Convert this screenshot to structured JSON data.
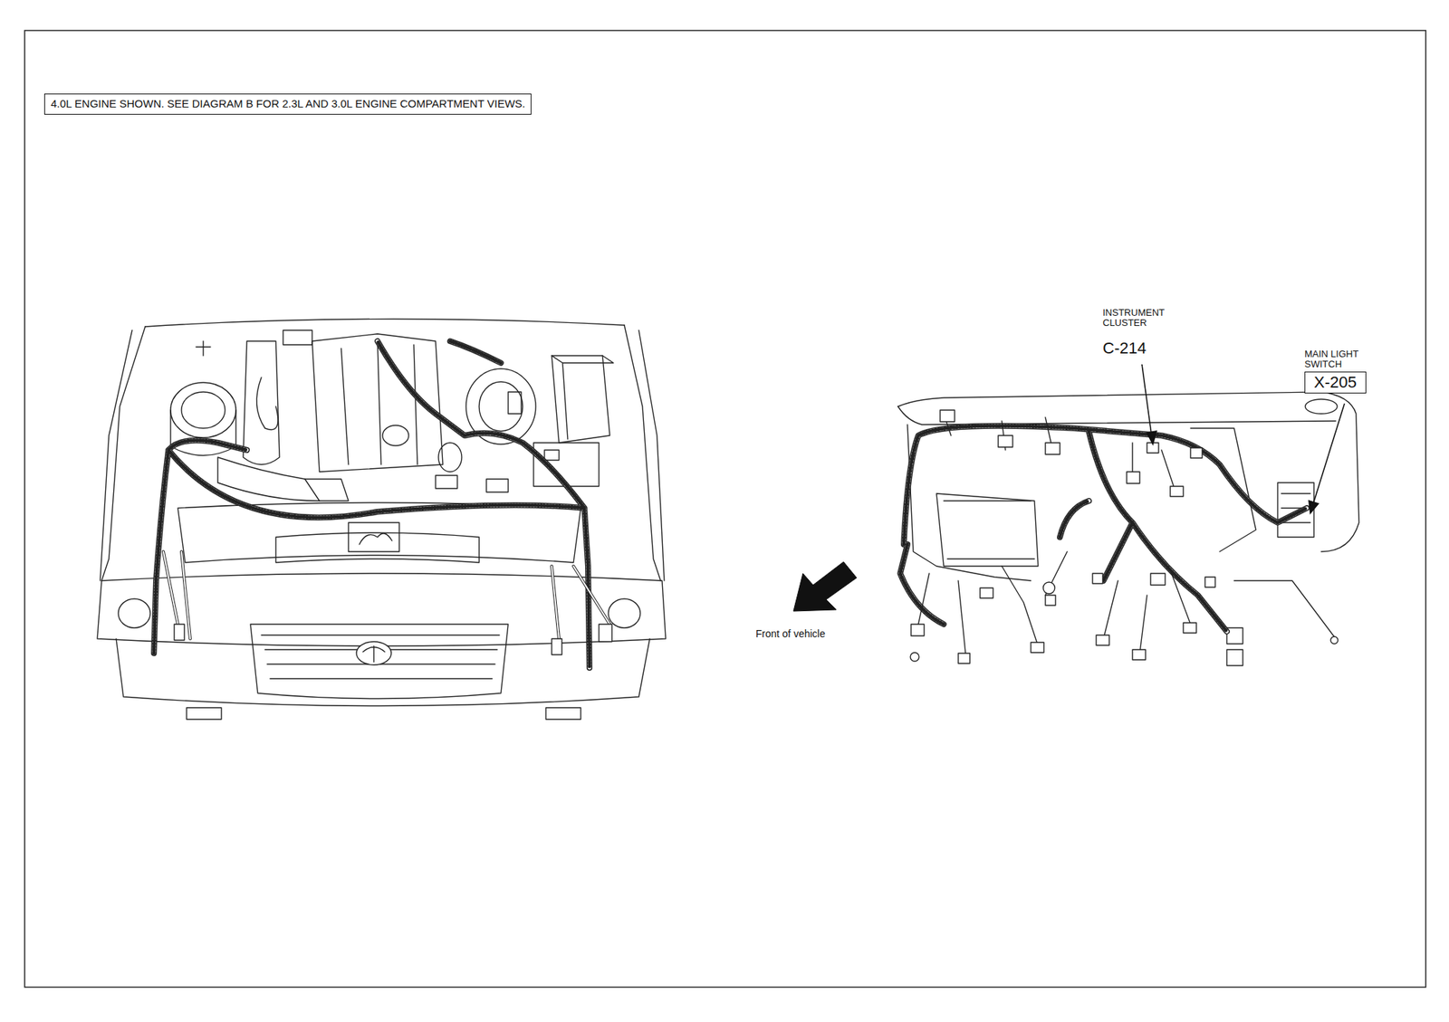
{
  "diagram": {
    "nodes": [
      {
        "text": [
          "4.0L ENGINE SHOWN. SEE DIAGRAM B FOR 2.3L AND 3.0L ENGINE COMPARTMENT VIEWS."
        ]
      },
      {
        "text": [
          "MAIN LIGHT SWITCH",
          "X-205"
        ]
      }
    ],
    "edges": [],
    "labels": [
      "INSTRUMENT CLUSTER",
      "C-214",
      "Front of vehicle"
    ]
  }
}
